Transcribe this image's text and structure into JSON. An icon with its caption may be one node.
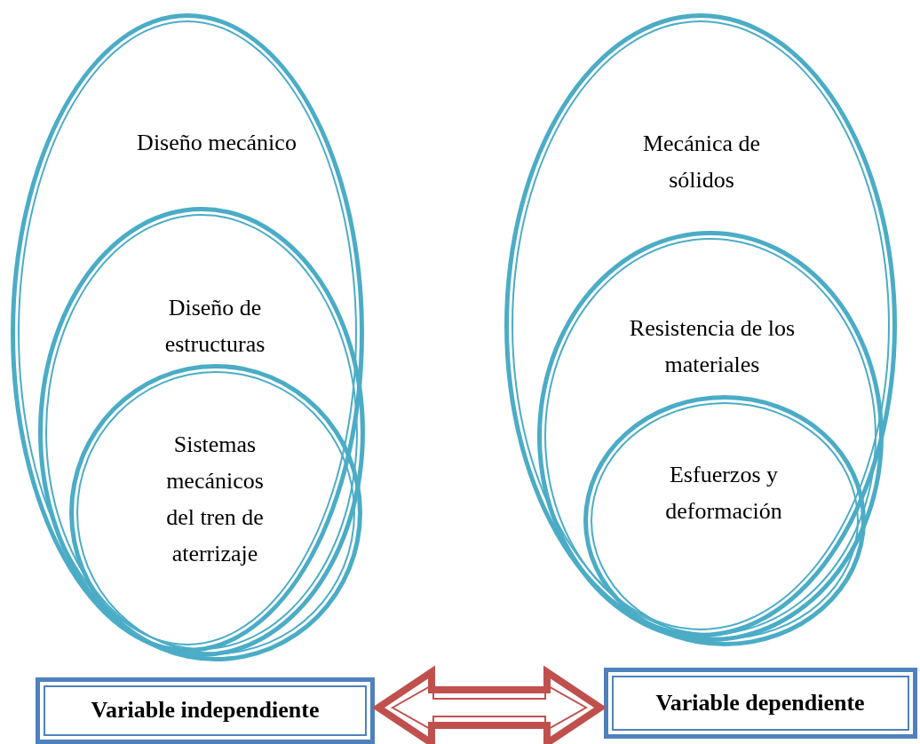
{
  "diagram": {
    "nodes": [
      {
        "text": [
          "Diseño mecánico"
        ]
      },
      {
        "text": [
          "Diseño de estructuras"
        ],
        "in": 0
      },
      {
        "text": [
          "Sistemas mecánicos del tren de aterrizaje"
        ],
        "in": 1
      },
      {
        "text": [
          "Mecánica de sólidos"
        ]
      },
      {
        "text": [
          "Resistencia de los materiales"
        ],
        "in": 3
      },
      {
        "text": [
          "Esfuerzos y deformación"
        ],
        "in": 4
      },
      {
        "text": [
          "Variable independiente"
        ]
      },
      {
        "text": [
          "Variable dependiente"
        ]
      }
    ],
    "edges": [
      {
        "from": 6,
        "to": 7,
        "arrow": "both"
      }
    ]
  }
}
